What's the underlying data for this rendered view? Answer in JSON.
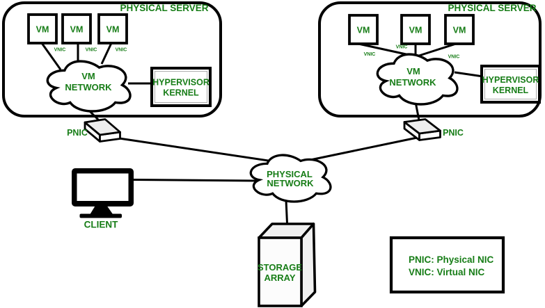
{
  "colors": {
    "text_green": "#177d17",
    "line_black": "#000000",
    "shape_gray": "#efefef",
    "background": "#ffffff"
  },
  "servers": [
    {
      "title": "PHYSICAL SERVER",
      "vms": [
        {
          "label": "VM"
        },
        {
          "label": "VM"
        },
        {
          "label": "VM"
        }
      ],
      "vnics": [
        "VNIC",
        "VNIC",
        "VNIC"
      ],
      "network": {
        "line1": "VM",
        "line2": "NETWORK"
      },
      "hypervisor": {
        "line1": "HYPERVISOR",
        "line2": "KERNEL"
      },
      "pnic_label": "PNIC"
    },
    {
      "title": "PHYSICAL SERVER",
      "vms": [
        {
          "label": "VM"
        },
        {
          "label": "VM"
        },
        {
          "label": "VM"
        }
      ],
      "vnics": [
        "VNIC",
        "VNIC",
        "VNIC"
      ],
      "network": {
        "line1": "VM",
        "line2": "NETWORK"
      },
      "hypervisor": {
        "line1": "HYPERVISOR",
        "line2": "KERNEL"
      },
      "pnic_label": "PNIC"
    }
  ],
  "physical_network": {
    "line1": "PHYSICAL",
    "line2": "NETWORK"
  },
  "client": {
    "label": "CLIENT"
  },
  "storage": {
    "line1": "STORAGE",
    "line2": "ARRAY"
  },
  "legend": {
    "line1": "PNIC: Physical NIC",
    "line2": "VNIC: Virtual NIC"
  }
}
